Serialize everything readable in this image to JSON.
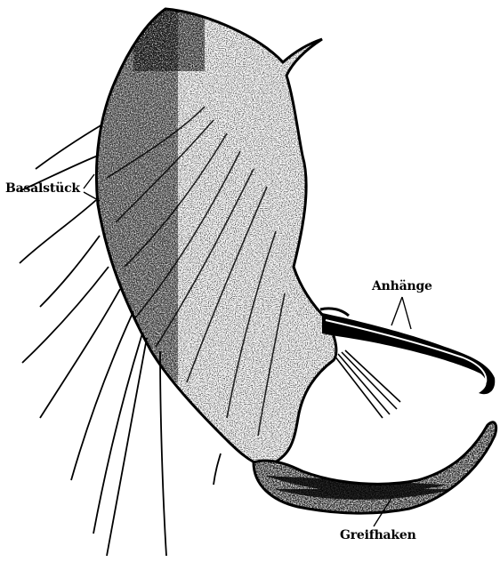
{
  "figure": {
    "labels": {
      "basalstueck": "Basalstück",
      "anhaenge": "Anhänge",
      "greifhaken": "Greifhaken"
    },
    "colors": {
      "ink": "#000000",
      "paper": "#ffffff"
    }
  }
}
